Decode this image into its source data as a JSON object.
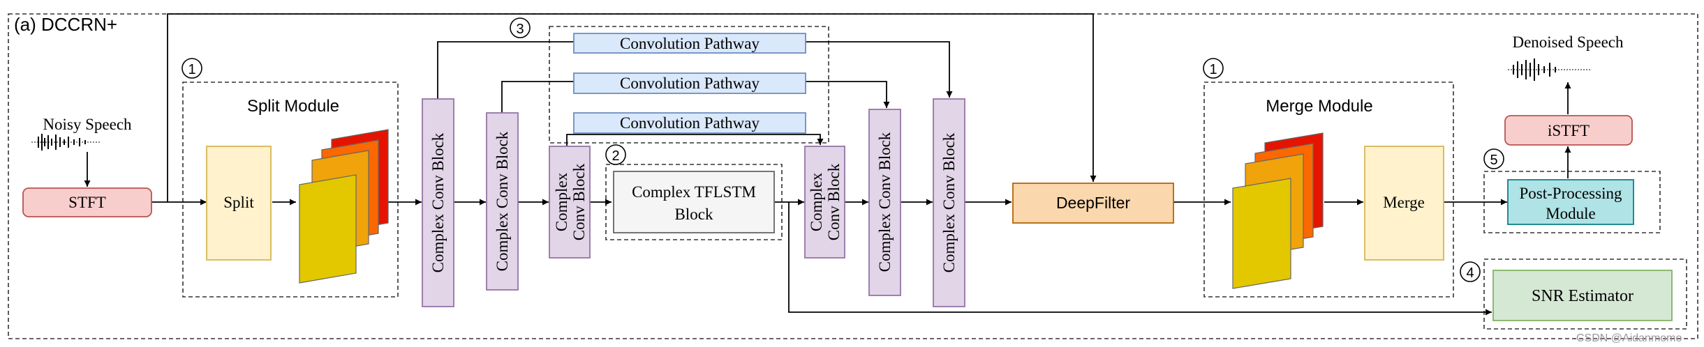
{
  "title": "(a) DCCRN+",
  "noisy_speech": "Noisy Speech",
  "denoised_speech": "Denoised Speech",
  "stft": "STFT",
  "istft": "iSTFT",
  "split_module": "Split Module",
  "split": "Split",
  "merge_module": "Merge Module",
  "merge": "Merge",
  "complex_conv_block": "Complex Conv Block",
  "complex_conv_block_l1": "Complex",
  "complex_conv_block_l2": "Conv Block",
  "convolution_pathway": "Convolution Pathway",
  "tflstm_l1": "Complex TFLSTM",
  "tflstm_l2": "Block",
  "deepfilter": "DeepFilter",
  "post_processing_l1": "Post-Processing",
  "post_processing_l2": "Module",
  "snr_estimator": "SNR Estimator",
  "markers": {
    "one": "1",
    "two": "2",
    "three": "3",
    "four": "4",
    "five": "5"
  },
  "watermark": "CSDN @Aidanmomo",
  "colors": {
    "stft_fill": "#f8cecc",
    "stft_stroke": "#b85450",
    "split_fill": "#fff2cc",
    "split_stroke": "#d6b656",
    "conv_fill": "#e1d5e7",
    "conv_stroke": "#9673a6",
    "pathway_fill": "#dae8fc",
    "pathway_stroke": "#6c8ebf",
    "tflstm_fill": "#f5f5f5",
    "tflstm_stroke": "#666666",
    "deepfilter_fill": "#fad7ac",
    "deepfilter_stroke": "#b46504",
    "post_fill": "#b0e3e6",
    "post_stroke": "#0e8088",
    "snr_fill": "#d5e8d4",
    "snr_stroke": "#82b366",
    "feature_map_colors": [
      "#e51400",
      "#fa6800",
      "#f0a30a",
      "#e3c800"
    ]
  }
}
